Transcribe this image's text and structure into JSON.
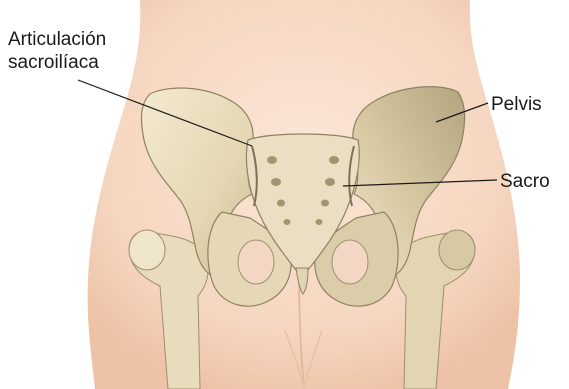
{
  "labels": {
    "sacroiliac_joint_line1": "Articulación",
    "sacroiliac_joint_line2": "sacroilíaca",
    "pelvis": "Pelvis",
    "sacrum": "Sacro"
  },
  "colors": {
    "skin": "#f7dcc8",
    "skin_shadow": "#efc7ad",
    "bone": "#ede2c4",
    "bone_shadow": "#b8ab86",
    "bone_dark": "#7d7258",
    "leader_line": "#1a1a1a",
    "text": "#1a1a1a"
  }
}
